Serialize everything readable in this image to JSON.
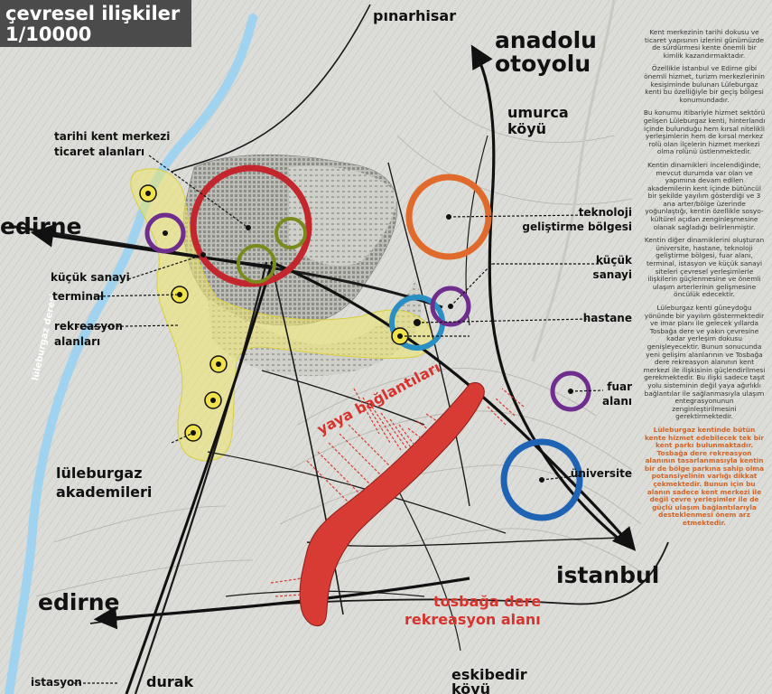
{
  "title": {
    "line1": "çevresel ilişkiler",
    "line2": "1/10000"
  },
  "places": {
    "pinarhisar": "pınarhisar",
    "anadolu": "anadolu",
    "otoyolu": "otoyolu",
    "umurca": "umurca",
    "koyu": "köyü",
    "edirne_top": "edirne",
    "edirne_bottom": "edirne",
    "istanbul": "istanbul",
    "eskibedir": "eskibedir",
    "eskibedir_koyu": "köyü",
    "durak": "durak",
    "istasyon": "istasyon",
    "river": "lüleburgaz deresi"
  },
  "labels": {
    "tarihi_line1": "tarihi kent merkezi",
    "tarihi_line2": "ticaret alanları",
    "kucuk_sanayi_left": "küçük sanayi",
    "terminal": "terminal",
    "rekreasyon_line1": "rekreasyon",
    "rekreasyon_line2": "alanları",
    "akademi_line1": "lüleburgaz",
    "akademi_line2": "akademileri",
    "teknoloji_line1": "teknoloji",
    "teknoloji_line2": "geliştirme bölgesi",
    "kucuk_right_line1": "küçük",
    "kucuk_right_line2": "sanayi",
    "hastane": "hastane",
    "fuar_line1": "fuar",
    "fuar_line2": "alanı",
    "universite": "üniversite",
    "yaya": "yaya bağlantıları",
    "tosbaga_line1": "tosbağa dere",
    "tosbaga_line2": "rekreasyon alanı"
  },
  "sidebar": {
    "p1": "Kent merkezinin tarihi dokusu ve ticaret yapısının izlerini günümüzde de sürdürmesi kente önemli bir kimlik kazandırmaktadır.",
    "p2": "Özellikle İstanbul ve Edirne gibi önemli hizmet, turizm merkezlerinin kesişiminde bulunan Lüleburgaz kenti bu özelliğiyle bir geçiş bölgesi konumundadır.",
    "p3": "Bu konumu itibariyle hizmet sektörü gelişen Lüleburgaz kenti, hinterlandı içinde bulunduğu hem kırsal nitelikli yerleşimlerin hem de kırsal merkez rolü olan ilçelerin hizmet merkezi olma rolünü üstlenmektedir.",
    "p4": "Kentin dinamikleri incelendiğinde; mevcut durumda var olan ve yapımına devam edilen akademilerin kent içinde bütüncül bir şekilde yayılım gösterdiği ve 3 ana arter/bölge üzerinde yoğunlaştığı, kentin özellikle sosyo-kültürel açıdan zenginleşmesine olanak sağladığı belirlenmiştir.",
    "p5": "Kentin diğer dinamiklerini oluşturan üniversite, hastane, teknoloji geliştirme bölgesi, fuar alanı, terminal, istasyon ve küçük sanayi siteleri çevresel yerleşimlerle ilişkilerin güçlenmesine ve önemli ulaşım arterlerinin gelişmesine öncülük edecektir.",
    "p6": "Lüleburgaz kenti güneydoğu yönünde bir yayılım göstermektedir ve imar planı ile gelecek yıllarda Tosbağa dere ve yakın çevresine kadar yerleşim dokusu genişleyecektir. Bunun sonucunda yeni gelişim alanlarının ve Tosbağa dere rekreasyon alanının kent merkezi ile ilişkisinin güçlendirilmesi gerekmektedir. Bu ilişki sadece taşıt yolu sisteminin değil yaya ağırlıklı bağlantılar ile sağlanmasıyla ulaşım entegrasyonunun zenginleştirilmesini gerektirmektedir.",
    "highlight": "Lüleburgaz kentinde bütün kente hizmet edebilecek tek bir kent parkı bulunmaktadır. Tosbağa dere rekreasyon alanının tasarlanmasıyla kentin bir de bölge parkına sahip olma potansiyelinin varlığı dikkat çekmektedir. Bunun için bu alanın sadece kent merkezi ile değil çevre yerleşimler ile de güçlü ulaşım bağlantılarıyla desteklenmesi önem arz etmektedir."
  },
  "colors": {
    "historic_ring": "#c4262e",
    "academy_ring": "#7a8a1c",
    "tech_ring": "#e06a2c",
    "hospital_ring": "#2a8fc3",
    "sanayi_ring": "#6f2d8e",
    "univ_ring": "#1f63b5",
    "recreation_fill": "#d83a34",
    "yellow_zone": "#eee66a",
    "river": "#9fd3ef",
    "accent_text": "#d0652a"
  }
}
